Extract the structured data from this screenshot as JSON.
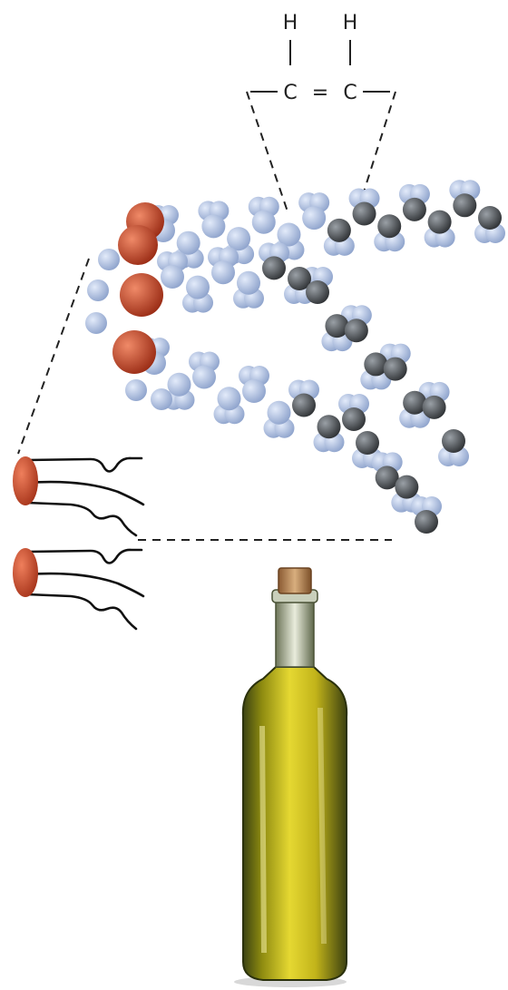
{
  "formula": {
    "atom_h": "H",
    "atom_c": "C",
    "bond_single": "—",
    "bond_double": "="
  },
  "colors": {
    "hydrogen": "#a9bde3",
    "carbon": "#4d5155",
    "oxygen": "#c5452a",
    "oil": "#c9b81c",
    "glass": "#3f4a1e",
    "cork": "#b8875a",
    "line": "#222222"
  },
  "icons": [
    "molecule-model",
    "fat-molecule-symbol",
    "oil-bottle"
  ]
}
